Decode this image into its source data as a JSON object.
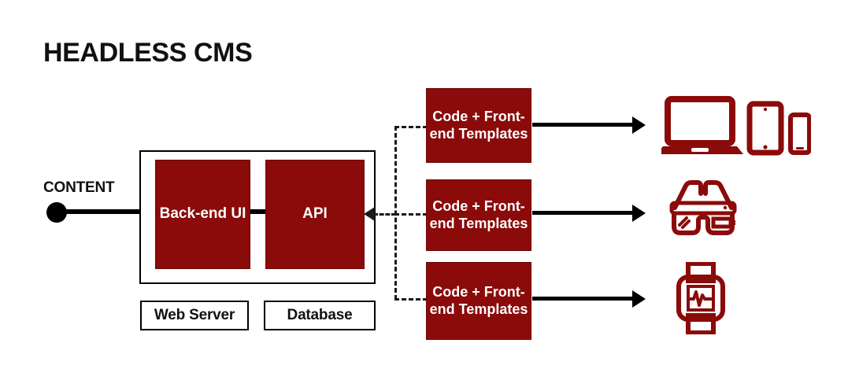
{
  "diagram": {
    "title": "HEADLESS CMS",
    "accent_color": "#8B0A0A",
    "line_color": "#000000",
    "background": "#ffffff"
  },
  "content_source": {
    "label": "CONTENT",
    "node_icon": "filled-circle-icon"
  },
  "cms": {
    "container_label": "",
    "backend_ui": "Back-end UI",
    "api": "API",
    "infrastructure": [
      {
        "label": "Web Server"
      },
      {
        "label": "Database"
      }
    ]
  },
  "code_boxes": [
    {
      "label": "Code + Front-end Templates"
    },
    {
      "label": "Code + Front-end Templates"
    },
    {
      "label": "Code + Front-end Templates"
    }
  ],
  "outputs": [
    {
      "name": "screens",
      "icons": [
        "laptop-icon",
        "tablet-icon",
        "phone-icon"
      ]
    },
    {
      "name": "wearable-glasses",
      "icons": [
        "smart-glasses-icon"
      ]
    },
    {
      "name": "wearable-watch",
      "icons": [
        "smartwatch-icon"
      ]
    }
  ],
  "connectors": {
    "content_to_cms": "solid-line",
    "backend_to_api": "solid-line",
    "api_inbound": "dashed-arrow-left",
    "code_to_device": "solid-arrow-right"
  }
}
